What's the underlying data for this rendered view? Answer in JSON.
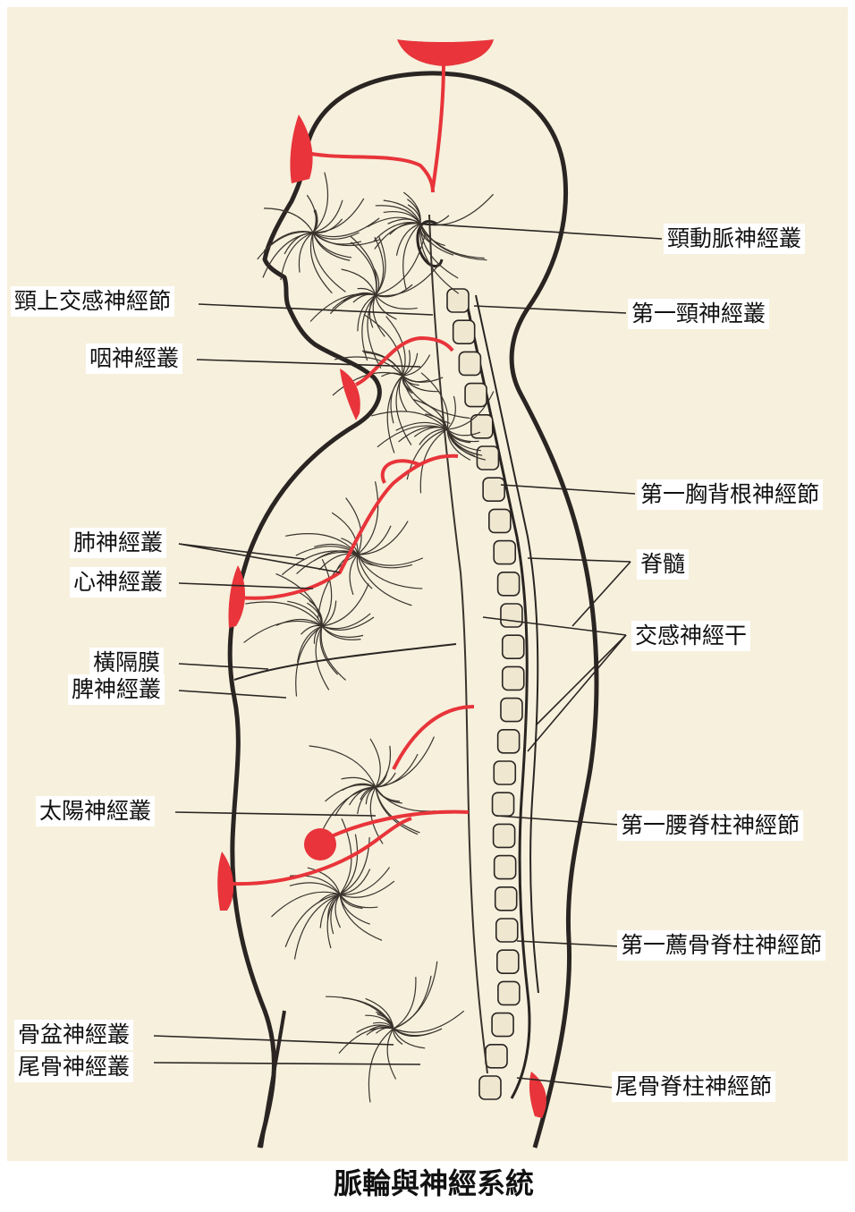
{
  "title": "脈輪與神經系統",
  "colors": {
    "paper": "#f6f0dd",
    "ink": "#2a2522",
    "chakra": "#e8343a",
    "nerve": "#3a332d"
  },
  "labels_left": {
    "superior_cervical_ganglion": "頸上交感神經節",
    "pharyngeal_plexus": "咽神經叢",
    "pulmonary_plexus": "肺神經叢",
    "cardiac_plexus": "心神經叢",
    "diaphragm": "橫隔膜",
    "splenic_plexus": "脾神經叢",
    "solar_plexus": "太陽神經叢",
    "pelvic_plexus": "骨盆神經叢",
    "coccygeal_plexus": "尾骨神經叢"
  },
  "labels_right": {
    "carotid_plexus": "頸動脈神經叢",
    "first_cervical_plexus": "第一頸神經叢",
    "first_thoracic_ganglion": "第一胸背根神經節",
    "spinal_cord": "脊髓",
    "sympathetic_trunk": "交感神經干",
    "first_lumbar_ganglion": "第一腰脊柱神經節",
    "first_sacral_ganglion": "第一薦骨脊柱神經節",
    "coccygeal_ganglion": "尾骨脊柱神經節"
  }
}
